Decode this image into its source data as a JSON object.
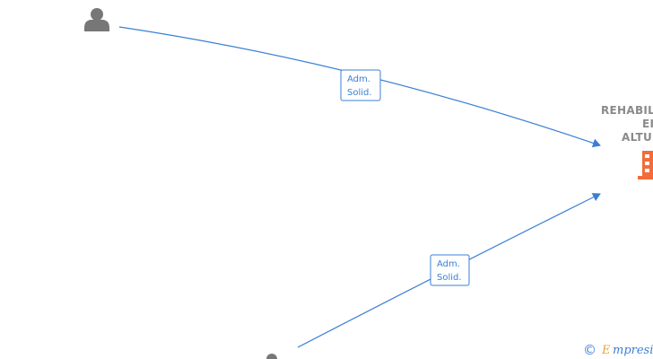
{
  "colors": {
    "edge": "#3a7fd5",
    "person": "#777777",
    "company_icon": "#f26c3a",
    "company_text": "#8a8a8a",
    "brand": "#e8a33a"
  },
  "nodes": {
    "company": {
      "name_lines": [
        "REHABIL",
        "EI",
        "ALTU"
      ],
      "icon": "building-icon"
    },
    "person_top": {
      "icon": "person-icon"
    },
    "person_bottom": {
      "icon": "person-icon"
    }
  },
  "edges": [
    {
      "label_lines": [
        "Adm.",
        "Solid."
      ]
    },
    {
      "label_lines": [
        "Adm.",
        "Solid."
      ]
    }
  ],
  "footer": {
    "copyright_symbol": "©",
    "brand_initial": "E",
    "brand_rest": "mpresia"
  }
}
